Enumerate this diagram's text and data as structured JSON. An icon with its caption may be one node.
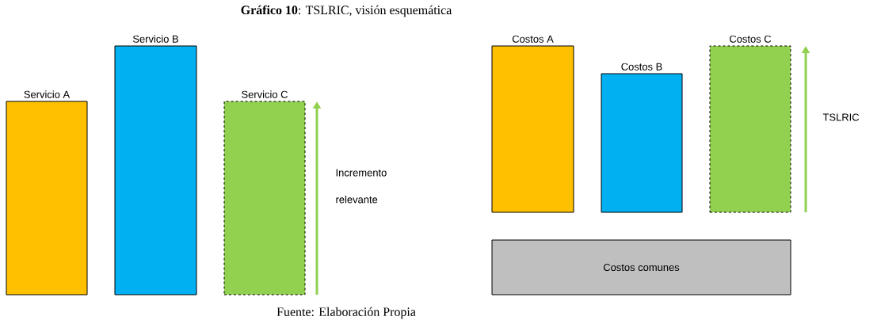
{
  "diagram": {
    "title": "**Gráfico 10**: TSLRIC, visión esquemática",
    "caption": "Fuente: Elaboración Propia",
    "nodes": [
      {
        "text": [
          "Servicio A"
        ]
      },
      {
        "text": [
          "Servicio B"
        ]
      },
      {
        "text": [
          "Servicio C"
        ]
      },
      {
        "text": [
          "Costos A"
        ]
      },
      {
        "text": [
          "Costos B"
        ]
      },
      {
        "text": [
          "Costos C"
        ]
      },
      {
        "text": [
          "Costos comunes"
        ]
      }
    ],
    "labels": [
      "Incremento relevante",
      "TSLRIC"
    ]
  }
}
